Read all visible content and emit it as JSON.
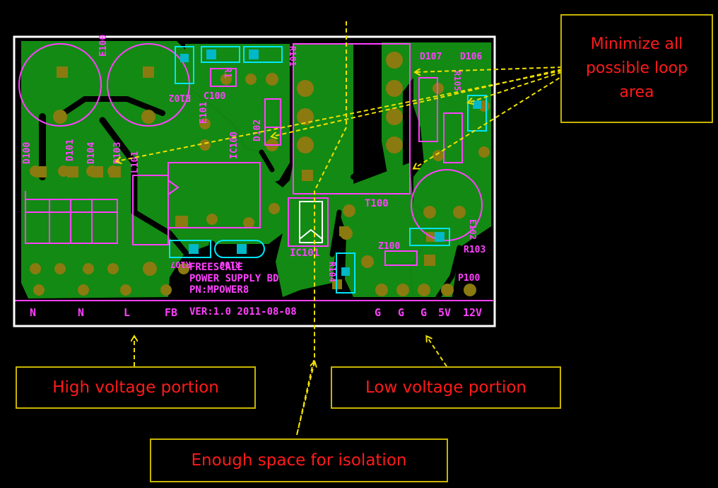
{
  "colors": {
    "background": "#000000",
    "copper": "#138a13",
    "silkscreen": "#ff40ff",
    "pad": "#8a7a10",
    "component_outline": "#00e5ff",
    "board_outline": "#ffffff",
    "callout_border": "#c8b400",
    "callout_text": "#ff1a1a",
    "guide_line": "#f0e000"
  },
  "callouts": {
    "high_voltage": "High voltage portion",
    "low_voltage": "Low voltage portion",
    "isolation": "Enough space for isolation",
    "loop_line1": "Minimize all",
    "loop_line2": "possible loop",
    "loop_line3": "area"
  },
  "board": {
    "edge_labels_left": [
      "N",
      "N",
      "L",
      "FB"
    ],
    "edge_labels_right": [
      "G",
      "G",
      "G",
      "5V",
      "12V"
    ],
    "silk_line1": "FREESCALE",
    "silk_line2": "POWER SUPPLY BD",
    "silk_line3": "PN:MPOWER8",
    "silk_line4": "VER:1.0 2011-08-08",
    "refdes": {
      "e100": "E100",
      "e101": "E101",
      "r102": "R102",
      "c100": "C100",
      "r101": "R101",
      "r1": "R1",
      "ic100": "IC100",
      "d102": "D102",
      "d100": "D100",
      "d101": "D101",
      "d104": "D104",
      "d103": "D103",
      "l101": "L101",
      "t100": "T100",
      "ic101": "IC101",
      "z100": "Z100",
      "r104": "R104",
      "d107": "D107",
      "d106": "D106",
      "r105": "R105",
      "e102": "E102",
      "r103": "R103",
      "p100": "P100",
      "r107": "R107",
      "r106": "R106"
    }
  }
}
